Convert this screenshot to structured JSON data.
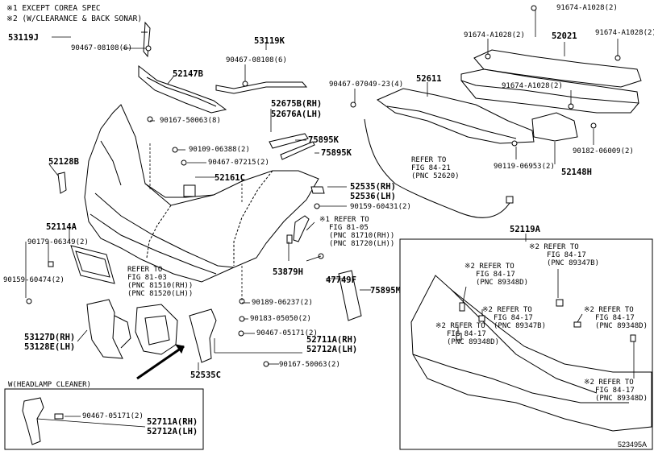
{
  "notes": {
    "note1": "※1 EXCEPT COREA SPEC",
    "note2": "※2 (W/CLEARANCE & BACK SONAR)"
  },
  "parts": {
    "p53119J": "53119J",
    "p90467_08108_6a": "90467-08108(6)",
    "p52147B": "52147B",
    "p53119K": "53119K",
    "p90467_08108_6b": "90467-08108(6)",
    "p90167_50063_8": "90167-50063(8)",
    "p52675B": "52675B(RH)",
    "p52676A": "52676A(LH)",
    "p75895K_a": "75895K",
    "p75895K_b": "75895K",
    "p90109_06388": "90109-06388(2)",
    "p90467_07215": "90467-07215(2)",
    "p52161C": "52161C",
    "p52128B": "52128B",
    "p52535": "52535(RH)",
    "p52536": "52536(LH)",
    "p90159_60431": "90159-60431(2)",
    "p52114A": "52114A",
    "p90179_06349": "90179-06349(2)",
    "p90159_60474": "90159-60474(2)",
    "p53879H": "53879H",
    "p47749F": "47749F",
    "p75895M": "75895M",
    "p90189_06237": "90189-06237(2)",
    "p90183_05050": "90183-05050(2)",
    "p90467_05171_a": "90467-05171(2)",
    "p52711A_a": "52711A(RH)",
    "p52712A_a": "52712A(LH)",
    "p53127D": "53127D(RH)",
    "p53128E": "53128E(LH)",
    "p52535C": "52535C",
    "p90167_50063_2": "90167-50063(2)",
    "p91674_a": "91674-A1028(2)",
    "p91674_b": "91674-A1028(2)",
    "p91674_c": "91674-A1028(2)",
    "p91674_d": "91674-A1028(2)",
    "p52021": "52021",
    "p90467_07049": "90467-07049-23(4)",
    "p52611": "52611",
    "p90182_06009": "90182-06009(2)",
    "p90119_06953": "90119-06953(2)",
    "p52148H": "52148H",
    "p52119A": "52119A",
    "headlamp_title": "W(HEADLAMP CLEANER)",
    "p90467_05171_b": "90467-05171(2)",
    "p52711A_b": "52711A(RH)",
    "p52712A_b": "52712A(LH)",
    "diagram_id": "523495A"
  },
  "refs": {
    "r1": [
      "REFER TO",
      "FIG 84-21",
      "(PNC 52620)"
    ],
    "r2": [
      "※1 REFER TO",
      "FIG 81-05",
      "(PNC 81710(RH))",
      "(PNC 81720(LH))"
    ],
    "r3": [
      "REFER TO",
      "FIG 81-03",
      "(PNC 81510(RH))",
      "(PNC 81520(LH))"
    ],
    "r4": [
      "※2 REFER TO",
      "FIG 84-17",
      "(PNC 89347B)"
    ],
    "r5": [
      "※2 REFER TO",
      "FIG 84-17",
      "(PNC 89348D)"
    ],
    "r6": [
      "※2 REFER TO",
      "FIG 84-17",
      "(PNC 89347B)"
    ],
    "r7": [
      "※2 REFER TO",
      "FIG 84-17",
      "(PNC 89348D)"
    ],
    "r8": [
      "※2 REFER TO",
      "FIG 84-17",
      "(PNC 89348D)"
    ],
    "r9": [
      "※2 REFER TO",
      "FIG 84-17",
      "(PNC 89348D)"
    ]
  }
}
